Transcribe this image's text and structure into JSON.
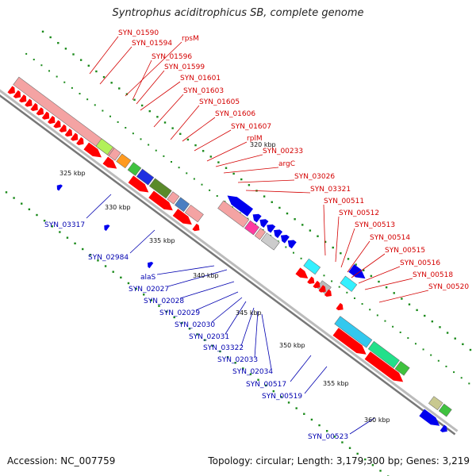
{
  "title": "Syntrophus aciditrophicus SB, complete genome",
  "accession": "Accession: NC_007759",
  "meta": "Topology: circular; Length: 3,179,300 bp; Genes: 3,219",
  "colors": {
    "forward_label": "#d40000",
    "reverse_label": "#0000b0",
    "forward_arrow": "#ff0000",
    "reverse_arrow": "#0000ee",
    "backbone": "#999999",
    "gc_dots": "#1a8a1a"
  },
  "ticks": [
    {
      "label": "320 kbp"
    },
    {
      "label": "325 kbp"
    },
    {
      "label": "330 kbp"
    },
    {
      "label": "335 kbp"
    },
    {
      "label": "340 kbp"
    },
    {
      "label": "345 kbp"
    },
    {
      "label": "350 kbp"
    },
    {
      "label": "355 kbp"
    },
    {
      "label": "360 kbp"
    }
  ],
  "forward_labels": [
    "SYN_01590",
    "SYN_01594",
    "rpsM",
    "SYN_01596",
    "SYN_01599",
    "SYN_01601",
    "SYN_01603",
    "SYN_01605",
    "SYN_01606",
    "SYN_01607",
    "rplM",
    "SYN_00233",
    "argC",
    "SYN_03026",
    "SYN_03321",
    "SYN_00511",
    "SYN_00512",
    "SYN_00513",
    "SYN_00514",
    "SYN_00515",
    "SYN_00516",
    "SYN_00518",
    "SYN_00520"
  ],
  "reverse_labels": [
    "SYN_03317",
    "SYN_02984",
    "alaS",
    "SYN_02027",
    "SYN_02028",
    "SYN_02029",
    "SYN_02030",
    "SYN_02031",
    "SYN_03322",
    "SYN_02033",
    "SYN_02034",
    "SYN_00517",
    "SYN_00519",
    "SYN_00523"
  ]
}
